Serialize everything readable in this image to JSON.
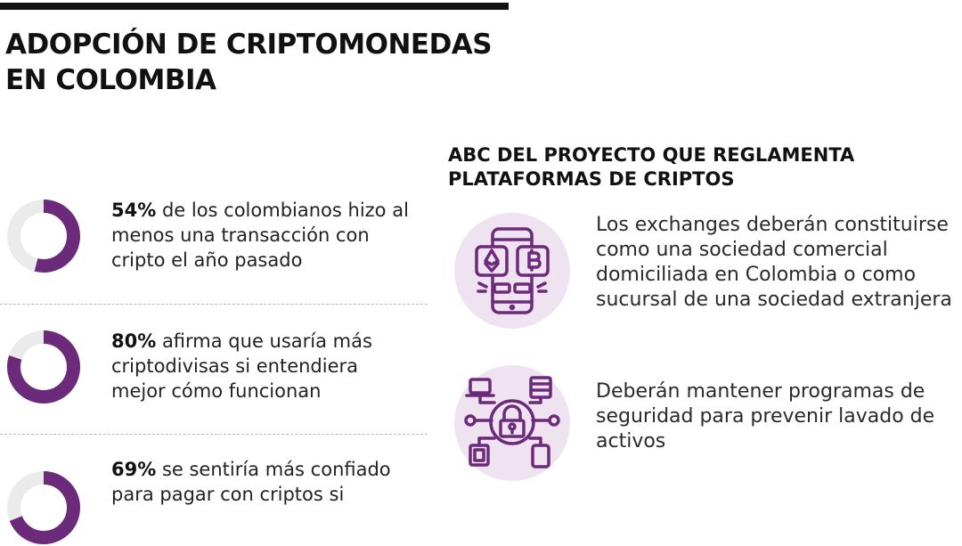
{
  "title": {
    "line1": "ADOPCIÓN DE CRIPTOMONEDAS",
    "line2": "EN COLOMBIA"
  },
  "colors": {
    "accent": "#6b2a7a",
    "track": "#ebebeb",
    "icon_bg": "#efe3f1"
  },
  "stats": [
    {
      "percent_text": "54%",
      "percent_value": 54,
      "text": " de los colombianos hizo al menos una transacción con cripto el año pasado"
    },
    {
      "percent_text": "80%",
      "percent_value": 80,
      "text": " afirma que usaría más criptodivisas si entendiera mejor cómo funcionan"
    },
    {
      "percent_text": "69%",
      "percent_value": 69,
      "text": " se sentiría más confiado para pagar con criptos si"
    }
  ],
  "abc": {
    "title_line1": "ABC DEL PROYECTO QUE REGLAMENTA",
    "title_line2": "PLATAFORMAS DE CRIPTOS",
    "items": [
      {
        "icon": "phone-crypto-exchange-icon",
        "lines": [
          "Los exchanges deberán constituirse",
          "como una sociedad comercial",
          "domiciliada en Colombia o como",
          "sucursal de una sociedad extranjera"
        ]
      },
      {
        "icon": "security-network-lock-icon",
        "lines": [
          "Deberán mantener programas de",
          "seguridad para prevenir lavado de",
          "activos"
        ]
      }
    ]
  }
}
